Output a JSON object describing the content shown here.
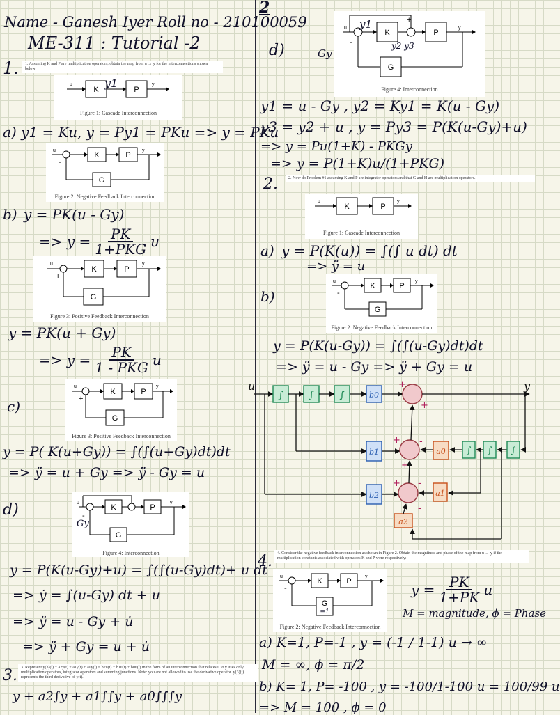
{
  "header": {
    "name_line": "Name - Ganesh Iyer   Roll no - 210100059",
    "course": "ME-311 : Tutorial -2"
  },
  "page_number": "2",
  "q1": {
    "number": "1.",
    "text": "1. Assuming K and P are multiplication operators, obtain the map from u → y for the interconnections shown below:",
    "fig1_caption": "Figure 1: Cascade Interconnection",
    "fig2_caption": "Figure 2: Negative Feedback Interconnection",
    "fig3_caption": "Figure 3: Positive Feedback Interconnection",
    "fig4_caption": "Figure 4: Interconnection",
    "a": "a) y1 = Ku, y = Py1 = PKu  => y = PKu",
    "b_label": "b)",
    "b_eq": "y = PK(u - Gy)",
    "b_res_pre": "=> y =",
    "b_num": "PK",
    "b_den": "1+PKG",
    "b_res_post": "u",
    "c_eq": "y = PK(u + Gy)",
    "c_res_pre": "=> y =",
    "c_num": "PK",
    "c_den": "1 - PKG",
    "c_res_post": "u",
    "d_label": "d)",
    "d_eq1": "y1 = u - Gy ,  y2 = Ky1 = K(u - Gy)",
    "d_eq2": "y3 = y2 + u ,  y = Py3 = P(K(u-Gy)+u)",
    "d_eq3": "=> y = Pu(1+K) - PKGy",
    "d_eq4": "=> y = P(1+K)u/(1+PKG)"
  },
  "q2": {
    "number": "2.",
    "text": "2. Now do Problem #1 assuming K and P are integrator operators and that G and H are multiplication operators.",
    "a_label": "a)",
    "a_eq": "y = P(K(u)) = ∫(∫ u dt) dt",
    "a_res": "=> ÿ = u",
    "b_label": "b)",
    "b_eq": "y = P(K(u-Gy)) = ∫(∫(u-Gy)dt)dt",
    "b_res": "=> ÿ = u - Gy => ÿ + Gy = u",
    "c_label": "c)",
    "c_eq": "y = P( K(u+Gy)) = ∫(∫(u+Gy)dt)dt",
    "c_res": "=> ÿ = u + Gy => ÿ - Gy = u",
    "d_label": "d)",
    "d_eq": "y = P(K(u-Gy)+u) = ∫(∫(u-Gy)dt)+ u dt",
    "d_r1": "=> ẏ = ∫(u-Gy) dt + u",
    "d_r2": "=> ÿ = u - Gy + u̇",
    "d_r3": "=> ÿ + Gy = u + u̇"
  },
  "q3": {
    "number": "3.",
    "text": "3. Represent y(3)(t) + a2ÿ(t) + a1ẏ(t) + a0y(t) = b2ü(t) + b1u̇(t) + b0u(t) in the form of an interconnection that relates u to y uses only multiplication operators, integrator operators and summing junctions. Note: you are not allowed to use the derivative operator. y(3)(t) represents the third derivative of y(t).",
    "eq": "y + a2∫y + a1∫∫y + a0∫∫∫y"
  },
  "q4": {
    "number": "4.",
    "text": "4. Consider the negative feedback interconnection as shown in Figure 2. Obtain the magnitude and phase of the map from u → y if the multiplication constants associated with operators K and P were respectively:",
    "tf_pre": "y =",
    "tf_num": "PK",
    "tf_den": "1+PK",
    "tf_post": "u",
    "legend": "M = magnitude, ϕ = Phase",
    "g_note": "=1",
    "a_line": "a) K=1, P=-1 ,  y = (-1 / 1-1) u → ∞",
    "a_res": "M = ∞,  ϕ = π/2",
    "b_line": "b) K= 1, P= -100 ,  y = -100/1-100 u = 100/99 u",
    "b_res": "=> M = 100 ,  ϕ = 0"
  },
  "diagram": {
    "u": "u",
    "y": "y",
    "int": "∫",
    "b0": "b0",
    "b1": "b1",
    "b2": "b2",
    "a0": "a0",
    "a1": "a1",
    "a2": "a2",
    "plus": "+",
    "minus": "-"
  },
  "blocks": {
    "K": "K",
    "P": "P",
    "G": "G",
    "u": "u",
    "y": "y",
    "y1": "y1",
    "Gy": "Gy",
    "y2y3": "y2 y3"
  },
  "colors": {
    "integrator_fill": "#c9ecd6",
    "integrator_stroke": "#1f8a55",
    "b_fill": "#cfe0f7",
    "b_stroke": "#2a5db0",
    "a_fill": "#f7dcc4",
    "a_stroke": "#c8501b",
    "sum_fill": "#f1c9cc",
    "sign_color": "#b0205c"
  }
}
